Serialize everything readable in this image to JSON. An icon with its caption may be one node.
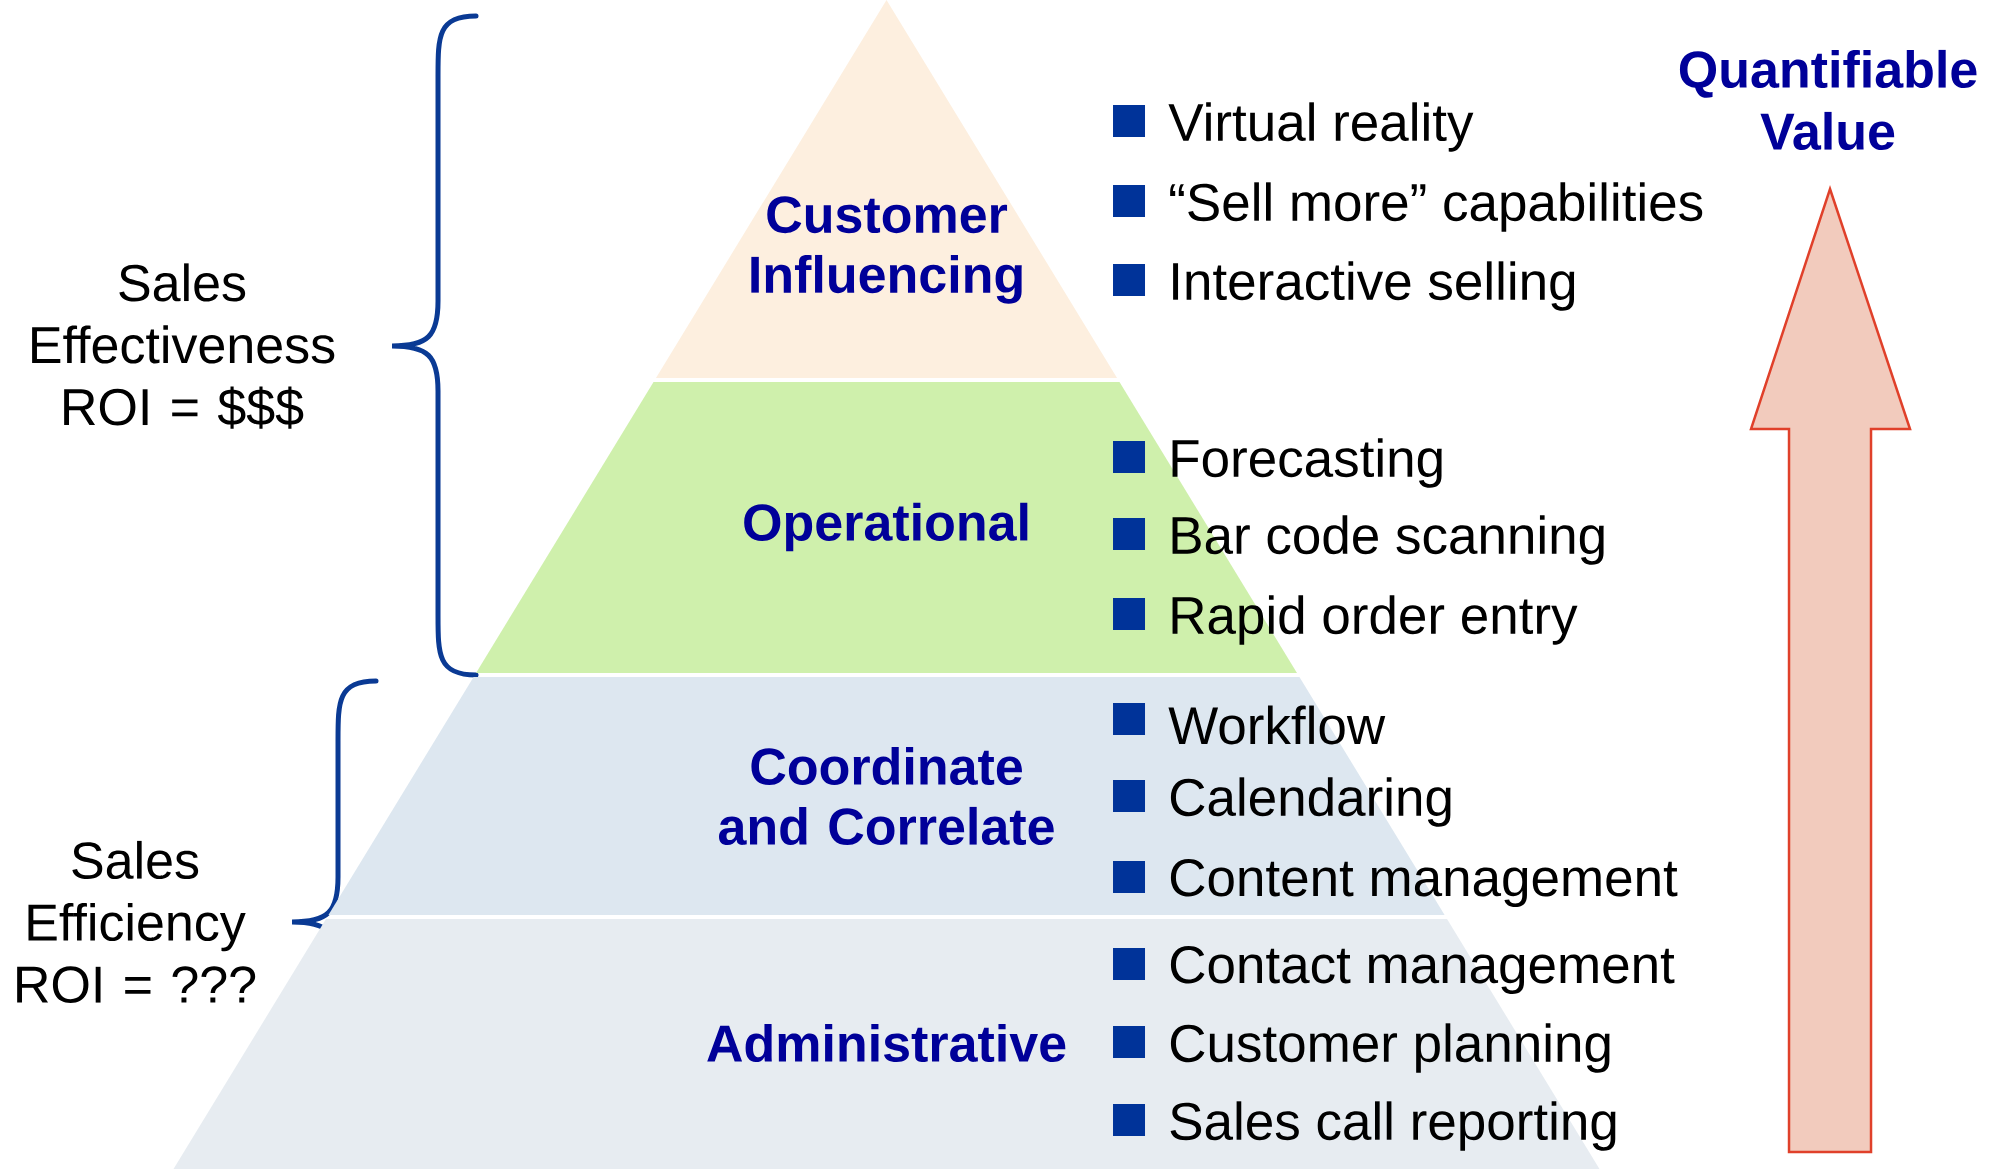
{
  "diagram": {
    "nodes": [
      {
        "text": [
          "Customer Influencing",
          "Virtual reality",
          "“Sell more” capabilities",
          "Interactive selling"
        ]
      },
      {
        "text": [
          "Operational",
          "Forecasting",
          "Bar code scanning",
          "Rapid order entry"
        ]
      },
      {
        "text": [
          "Coordinate and Correlate",
          "Workflow",
          "Calendaring",
          "Content management"
        ]
      },
      {
        "text": [
          "Administrative",
          "Contact management",
          "Customer planning",
          "Sales call reporting"
        ]
      }
    ],
    "labels": [
      "Quantifiable Value",
      "Sales Effectiveness ROI = $$$",
      "Sales Efficiency ROI = ???"
    ]
  }
}
